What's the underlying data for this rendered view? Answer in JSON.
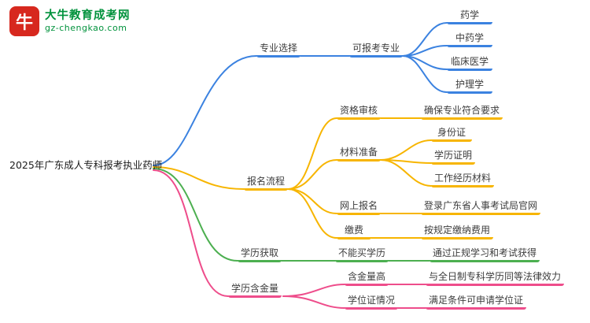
{
  "logo": {
    "badge": "牛",
    "brand": "大牛教育成考网",
    "domain": "gz-chengkao.com"
  },
  "root_label": "2025年广东成人专科报考执业药师",
  "colors": {
    "blue": "#3b82e0",
    "amber": "#f7b500",
    "green": "#4caf50",
    "pink": "#ee4d8b",
    "brand_red": "#d7281e",
    "brand_green": "#00923c"
  },
  "branches": {
    "major": {
      "label": "专业选择",
      "group": "可报考专业",
      "items": [
        "药学",
        "中药学",
        "临床医学",
        "护理学"
      ]
    },
    "signup": {
      "label": "报名流程",
      "steps": [
        {
          "label": "资格审核",
          "detail": "确保专业符合要求"
        },
        {
          "label": "材料准备",
          "materials": [
            "身份证",
            "学历证明",
            "工作经历材料"
          ]
        },
        {
          "label": "网上报名",
          "detail": "登录广东省人事考试局官网"
        },
        {
          "label": "缴费",
          "detail": "按规定缴纳费用"
        }
      ]
    },
    "diploma": {
      "label": "学历获取",
      "sub": "不能买学历",
      "detail": "通过正规学习和考试获得"
    },
    "value": {
      "label": "学历含金量",
      "items": [
        {
          "label": "含金量高",
          "detail": "与全日制专科学历同等法律效力"
        },
        {
          "label": "学位证情况",
          "detail": "满足条件可申请学位证"
        }
      ]
    }
  }
}
